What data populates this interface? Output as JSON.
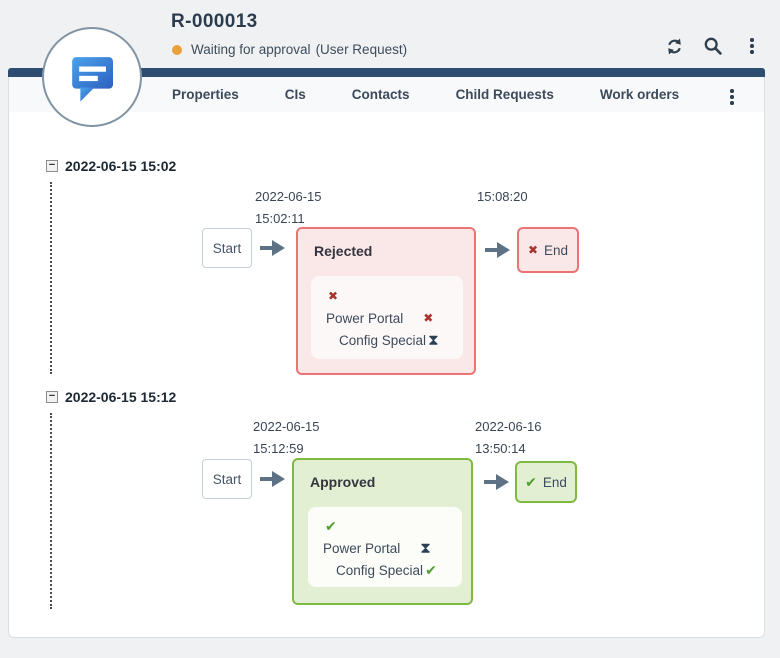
{
  "header": {
    "title": "R-000013",
    "status_label": "Waiting for approval",
    "status_class": "(User Request)",
    "status_color": "#e9a23b"
  },
  "toolbar": {
    "refresh_icon": "circular-arrows",
    "search_icon": "magnifier",
    "menu_icon": "three-vertical-dots"
  },
  "tabs": {
    "items": [
      {
        "label": "Properties"
      },
      {
        "label": "CIs"
      },
      {
        "label": "Contacts"
      },
      {
        "label": "Child Requests"
      },
      {
        "label": "Work orders"
      }
    ],
    "menu_icon": "three-vertical-dots"
  },
  "glyphs": {
    "cross": "✖",
    "check": "✔",
    "hourglass": "⧗",
    "collapse": "−"
  },
  "colors": {
    "navy_bar": "#2e4d71",
    "status_dot": "#e9a23b",
    "rejected_border": "#ec7374",
    "rejected_bg": "#fae7e7",
    "rejected_inner_bg": "#fdf8f8",
    "cross": "#a9322d",
    "approved_border": "#7fba40",
    "approved_bg": "#e3efd3",
    "approved_inner_bg": "#fcfdf9",
    "check": "#4f9d30",
    "hourglass": "#2c4054"
  },
  "timeline": {
    "sections": [
      {
        "header": "2022-06-15 15:02",
        "start_label": "Start",
        "end_label": "End",
        "start_date_line1": "2022-06-15",
        "start_date_line2": "15:02:11",
        "end_date_line1": "",
        "end_date_line2": "15:08:20",
        "state": "rejected",
        "title": "Rejected",
        "rows": [
          {
            "name": "",
            "icon": "cross"
          },
          {
            "name": "Power Portal",
            "icon": "cross"
          },
          {
            "name": "Config Special",
            "icon": "hourglass"
          }
        ]
      },
      {
        "header": "2022-06-15 15:12",
        "start_label": "Start",
        "end_label": "End",
        "start_date_line1": "2022-06-15",
        "start_date_line2": "15:12:59",
        "end_date_line1": "2022-06-16",
        "end_date_line2": "13:50:14",
        "state": "approved",
        "title": "Approved",
        "rows": [
          {
            "name": "",
            "icon": "check"
          },
          {
            "name": "Power Portal",
            "icon": "hourglass"
          },
          {
            "name": "Config Special",
            "icon": "check"
          }
        ]
      }
    ]
  }
}
